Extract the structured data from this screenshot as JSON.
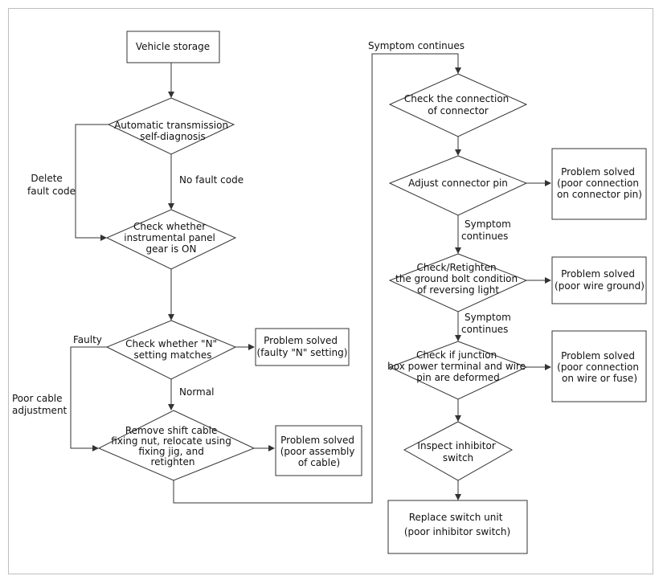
{
  "flow": {
    "vehicle_storage": "Vehicle storage",
    "auto_diag": [
      "Automatic transmission",
      "self-diagnosis"
    ],
    "check_gear": [
      "Check whether",
      "instrumental panel",
      "gear is ON"
    ],
    "check_n": [
      "Check whether \"N\"",
      "setting matches"
    ],
    "solved_n": [
      "Problem solved",
      "(faulty \"N\" setting)"
    ],
    "remove_cable": [
      "Remove shift cable",
      "fixing nut, relocate using",
      "fixing jig, and",
      "retighten"
    ],
    "solved_cable": [
      "Problem solved",
      "(poor assembly",
      "of cable)"
    ],
    "check_connector": [
      "Check the connection",
      "of connector"
    ],
    "adjust_pin": "Adjust connector pin",
    "solved_pin": [
      "Problem solved",
      "(poor connection",
      "on connector pin)"
    ],
    "check_ground": [
      "Check/Retighten",
      "the ground bolt condition",
      "of reversing light"
    ],
    "solved_ground": [
      "Problem solved",
      "(poor wire ground)"
    ],
    "check_junction": [
      "Check if junction",
      "box power terminal and wire",
      "pin are deformed"
    ],
    "solved_junction": [
      "Problem solved",
      "(poor connection",
      "on wire or fuse)"
    ],
    "inspect_inhibitor": [
      "Inspect inhibitor",
      "switch"
    ],
    "replace_switch": [
      "Replace switch unit",
      "(poor inhibitor switch)"
    ]
  },
  "labels": {
    "delete_fault": [
      "Delete",
      "fault code"
    ],
    "no_fault": "No fault code",
    "faulty": "Faulty",
    "poor_cable": [
      "Poor cable",
      "adjustment"
    ],
    "normal": "Normal",
    "symptom_top": "Symptom continues",
    "symptom_1": [
      "Symptom",
      "continues"
    ],
    "symptom_2": [
      "Symptom",
      "continues"
    ]
  },
  "colors": {
    "line": "#333333",
    "border": "#bdbdbd"
  }
}
